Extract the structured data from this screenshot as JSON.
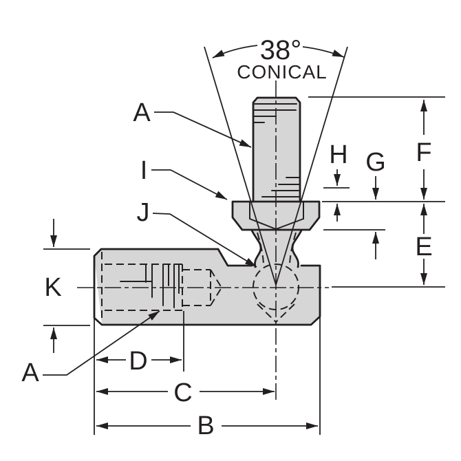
{
  "diagram": {
    "type": "engineering-drawing-ball-joint-linkage",
    "cone": {
      "angle": "38°",
      "note": "CONICAL"
    },
    "labels": {
      "a_upper": "A",
      "i": "I",
      "j": "J",
      "k": "K",
      "a_lower": "A",
      "d": "D",
      "c": "C",
      "b": "B",
      "h": "H",
      "g": "G",
      "f": "F",
      "e": "E"
    },
    "colors": {
      "part_fill": "#d6d6d6",
      "line": "#231f20",
      "background": "#ffffff"
    }
  }
}
